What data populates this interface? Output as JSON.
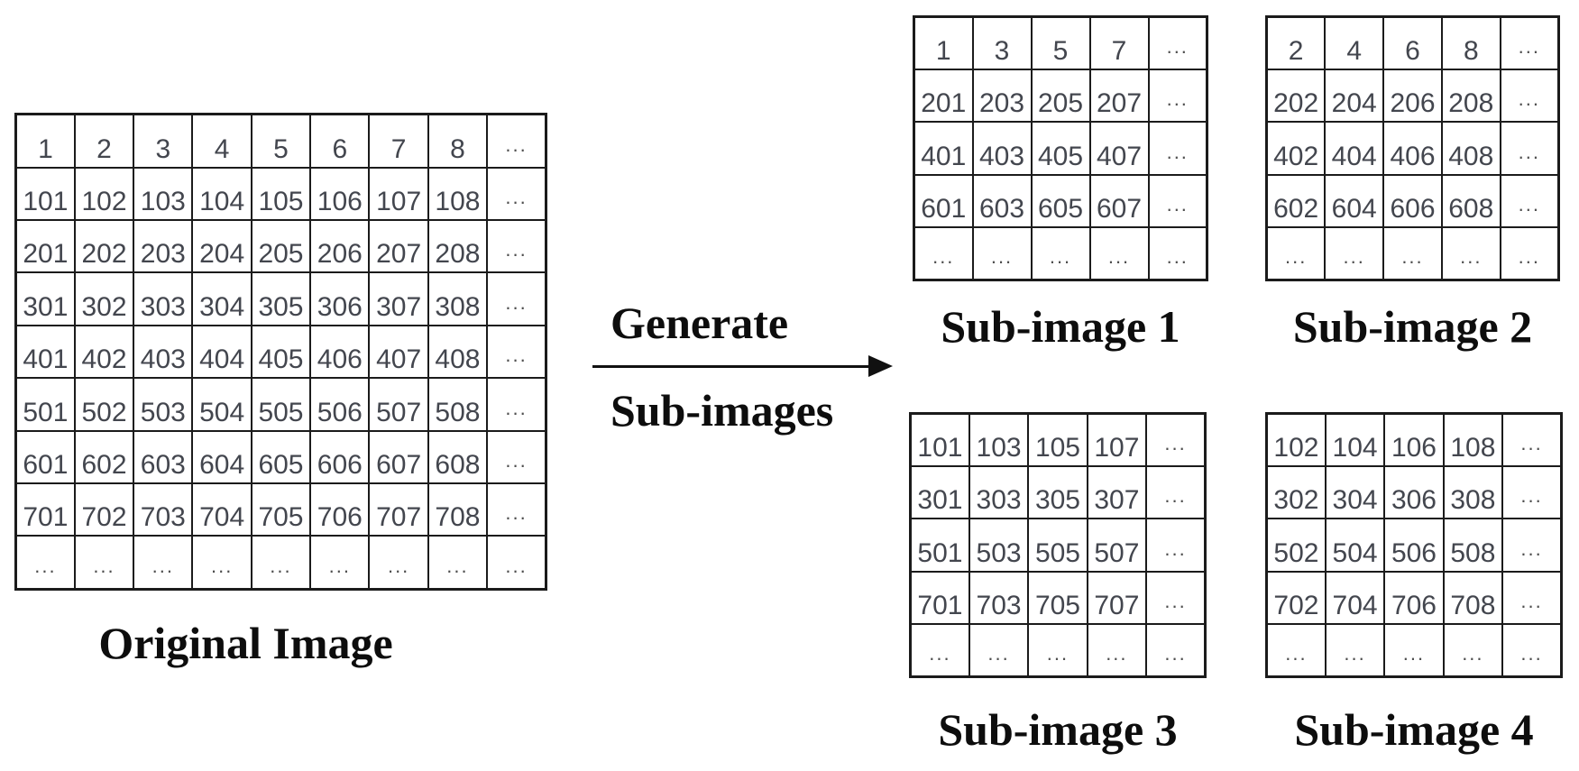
{
  "figure": {
    "original": {
      "label": "Original Image",
      "rows": [
        [
          "1",
          "2",
          "3",
          "4",
          "5",
          "6",
          "7",
          "8",
          "..."
        ],
        [
          "101",
          "102",
          "103",
          "104",
          "105",
          "106",
          "107",
          "108",
          "..."
        ],
        [
          "201",
          "202",
          "203",
          "204",
          "205",
          "206",
          "207",
          "208",
          "..."
        ],
        [
          "301",
          "302",
          "303",
          "304",
          "305",
          "306",
          "307",
          "308",
          "..."
        ],
        [
          "401",
          "402",
          "403",
          "404",
          "405",
          "406",
          "407",
          "408",
          "..."
        ],
        [
          "501",
          "502",
          "503",
          "504",
          "505",
          "506",
          "507",
          "508",
          "..."
        ],
        [
          "601",
          "602",
          "603",
          "604",
          "605",
          "606",
          "607",
          "608",
          "..."
        ],
        [
          "701",
          "702",
          "703",
          "704",
          "705",
          "706",
          "707",
          "708",
          "..."
        ],
        [
          "...",
          "...",
          "...",
          "...",
          "...",
          "...",
          "...",
          "...",
          "..."
        ]
      ]
    },
    "arrow": {
      "label_top": "Generate",
      "label_bottom": "Sub-images"
    },
    "sub_images": [
      {
        "label": "Sub-image 1",
        "rows": [
          [
            "1",
            "3",
            "5",
            "7",
            "..."
          ],
          [
            "201",
            "203",
            "205",
            "207",
            "..."
          ],
          [
            "401",
            "403",
            "405",
            "407",
            "..."
          ],
          [
            "601",
            "603",
            "605",
            "607",
            "..."
          ],
          [
            "...",
            "...",
            "...",
            "...",
            "..."
          ]
        ]
      },
      {
        "label": "Sub-image 2",
        "rows": [
          [
            "2",
            "4",
            "6",
            "8",
            "..."
          ],
          [
            "202",
            "204",
            "206",
            "208",
            "..."
          ],
          [
            "402",
            "404",
            "406",
            "408",
            "..."
          ],
          [
            "602",
            "604",
            "606",
            "608",
            "..."
          ],
          [
            "...",
            "...",
            "...",
            "...",
            "..."
          ]
        ]
      },
      {
        "label": "Sub-image 3",
        "rows": [
          [
            "101",
            "103",
            "105",
            "107",
            "..."
          ],
          [
            "301",
            "303",
            "305",
            "307",
            "..."
          ],
          [
            "501",
            "503",
            "505",
            "507",
            "..."
          ],
          [
            "701",
            "703",
            "705",
            "707",
            "..."
          ],
          [
            "...",
            "...",
            "...",
            "...",
            "..."
          ]
        ]
      },
      {
        "label": "Sub-image 4",
        "rows": [
          [
            "102",
            "104",
            "106",
            "108",
            "..."
          ],
          [
            "302",
            "304",
            "306",
            "308",
            "..."
          ],
          [
            "502",
            "504",
            "506",
            "508",
            "..."
          ],
          [
            "702",
            "704",
            "706",
            "708",
            "..."
          ],
          [
            "...",
            "...",
            "...",
            "...",
            "..."
          ]
        ]
      }
    ],
    "colors": {
      "background": "#ffffff",
      "grid_border": "#1b1b1b",
      "cell_number": "#43464e",
      "label_text": "#0d0d0d"
    }
  }
}
